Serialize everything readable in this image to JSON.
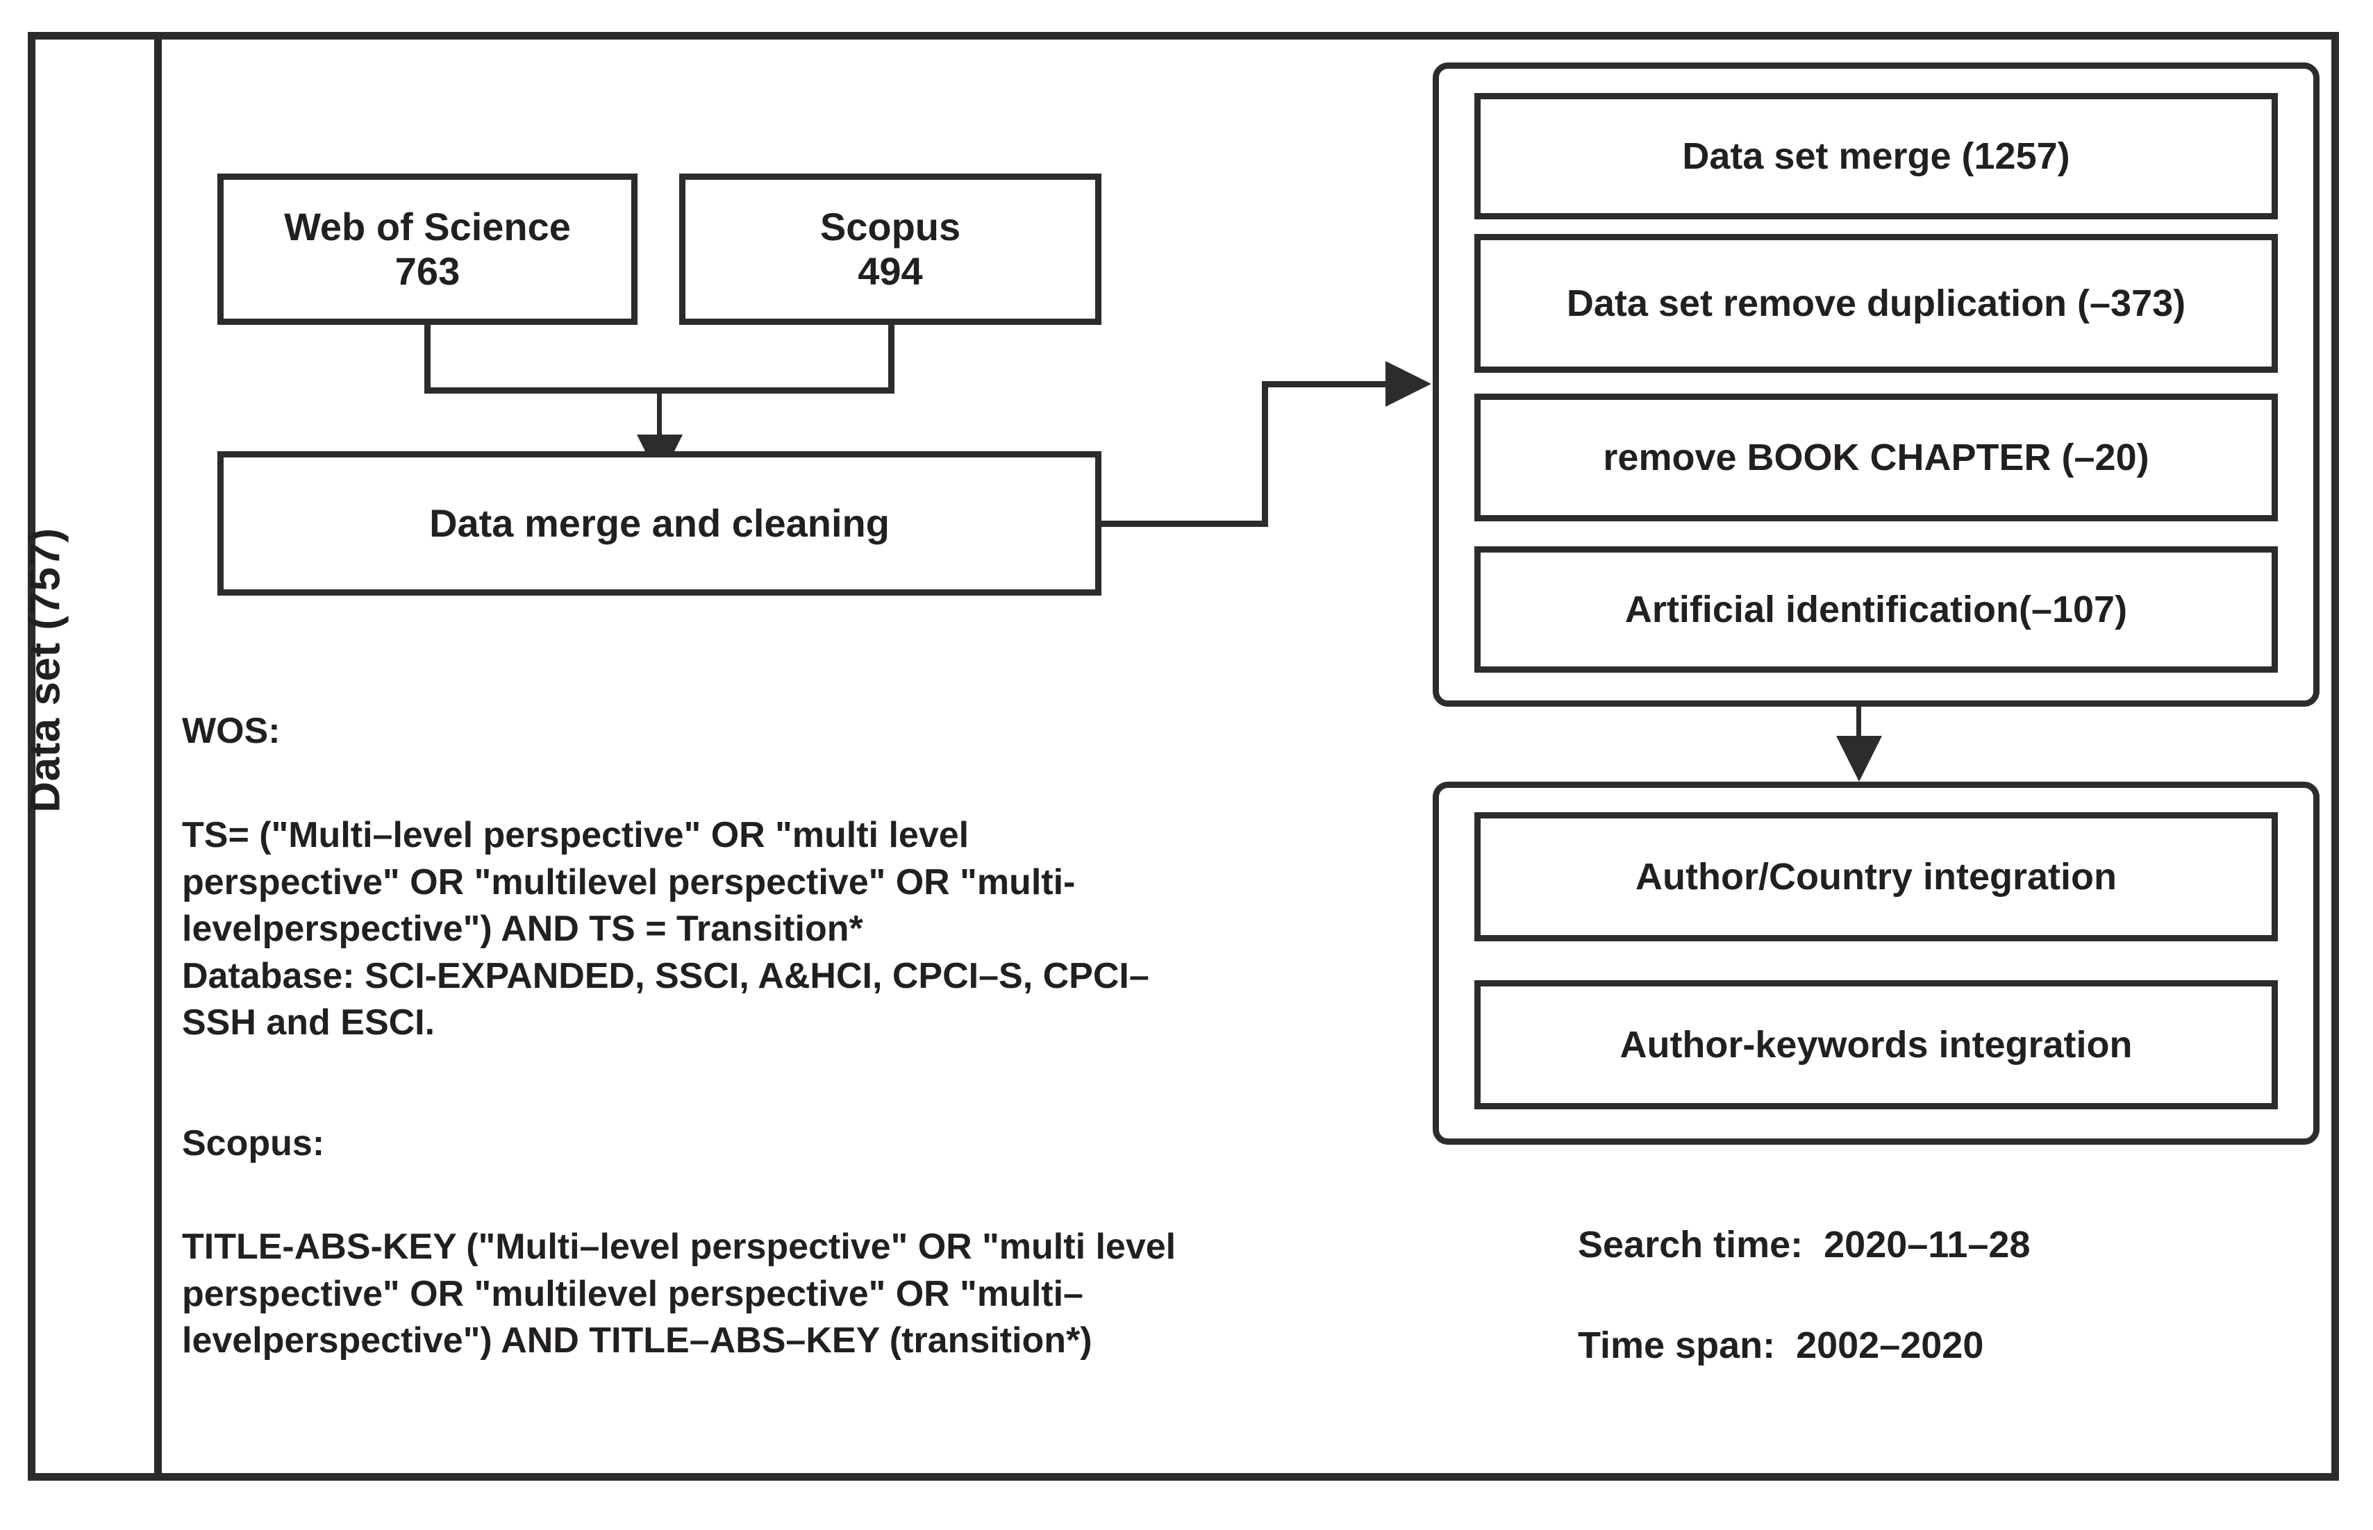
{
  "figure": {
    "side_label": "Data set (757)"
  },
  "sources": [
    {
      "name": "Web of Science",
      "count": "763"
    },
    {
      "name": "Scopus",
      "count": "494"
    }
  ],
  "merge_step": {
    "label": "Data merge and cleaning"
  },
  "processing_panel": {
    "steps": [
      {
        "label": "Data set merge (1257)"
      },
      {
        "label": "Data set remove duplication (–373)"
      },
      {
        "label": "remove BOOK CHAPTER (–20)"
      },
      {
        "label": "Artificial identification(–107)"
      }
    ]
  },
  "integration_panel": {
    "steps": [
      {
        "label": "Author/Country integration"
      },
      {
        "label": "Author-keywords integration"
      }
    ]
  },
  "queries": {
    "wos": {
      "heading": "WOS:",
      "strategy": "TS= (\"Multi–level perspective\" OR \"multi level\nperspective\" OR \"multilevel perspective\" OR \"multi-\nlevelperspective\") AND TS = Transition*\nDatabase: SCI-EXPANDED, SSCI, A&HCI, CPCI–S, CPCI–\nSSH and ESCI."
    },
    "scopus": {
      "heading": "Scopus:",
      "strategy": "TITLE-ABS-KEY (\"Multi–level perspective\" OR \"multi level\nperspective\" OR \"multilevel perspective\" OR \"multi–\nlevelperspective\") AND TITLE–ABS–KEY (transition*)"
    }
  },
  "meta": {
    "search_time": "Search time:  2020–11–28",
    "time_span": "Time span:  2002–2020"
  },
  "colors": {
    "stroke": "#2c2c2c",
    "background": "#ffffff",
    "text": "#231f20"
  }
}
